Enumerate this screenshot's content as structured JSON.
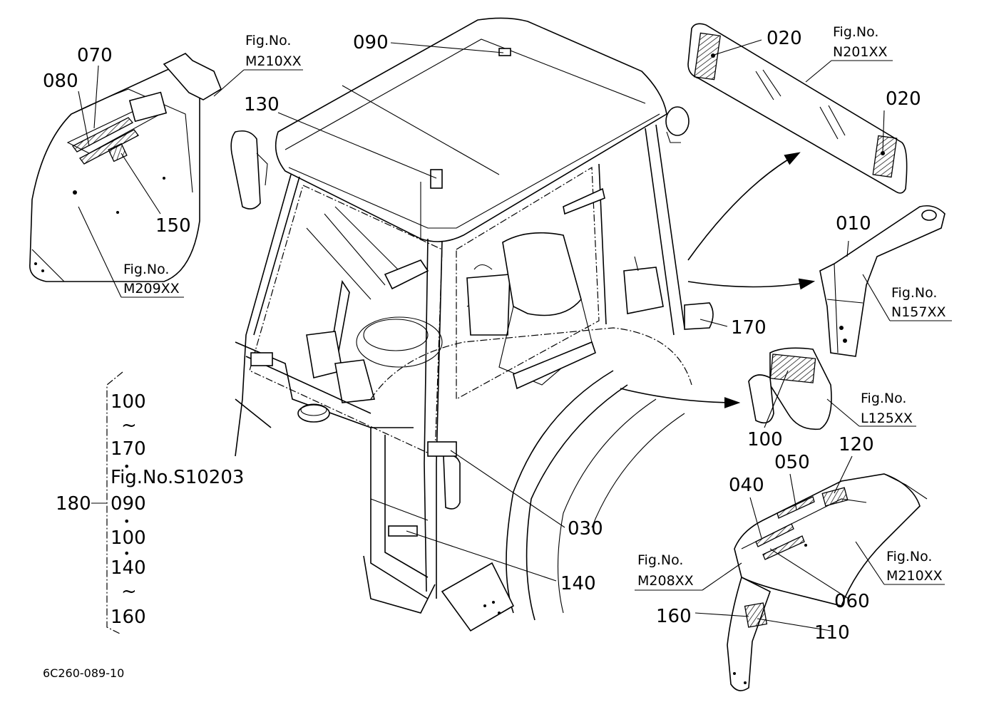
{
  "parts": {
    "p090_top": "090",
    "p130": "130",
    "p070": "070",
    "p080": "080",
    "p150": "150",
    "p020_a": "020",
    "p020_b": "020",
    "p010": "010",
    "p170": "170",
    "p100": "100",
    "p120": "120",
    "p050": "050",
    "p040": "040",
    "p030": "030",
    "p140": "140",
    "p060": "060",
    "p160": "160",
    "p110": "110",
    "p180": "180"
  },
  "fig_refs": {
    "m210_top": {
      "line1": "Fig.No.",
      "line2": "M210XX"
    },
    "m209": {
      "line1": "Fig.No.",
      "line2": "M209XX"
    },
    "n201": {
      "line1": "Fig.No.",
      "line2": "N201XX"
    },
    "n157": {
      "line1": "Fig.No.",
      "line2": "N157XX"
    },
    "l125": {
      "line1": "Fig.No.",
      "line2": "L125XX"
    },
    "m208": {
      "line1": "Fig.No.",
      "line2": "M208XX"
    },
    "m210_bottom": {
      "line1": "Fig.No.",
      "line2": "M210XX"
    }
  },
  "kit_180": {
    "items": [
      "100",
      "~",
      "170",
      "•",
      "Fig.No.S10203",
      "090",
      "•",
      "100",
      "•",
      "140",
      "~",
      "160"
    ]
  },
  "drawing_code": "6C260-089-10",
  "colors": {
    "line": "#000000",
    "background": "#ffffff"
  }
}
